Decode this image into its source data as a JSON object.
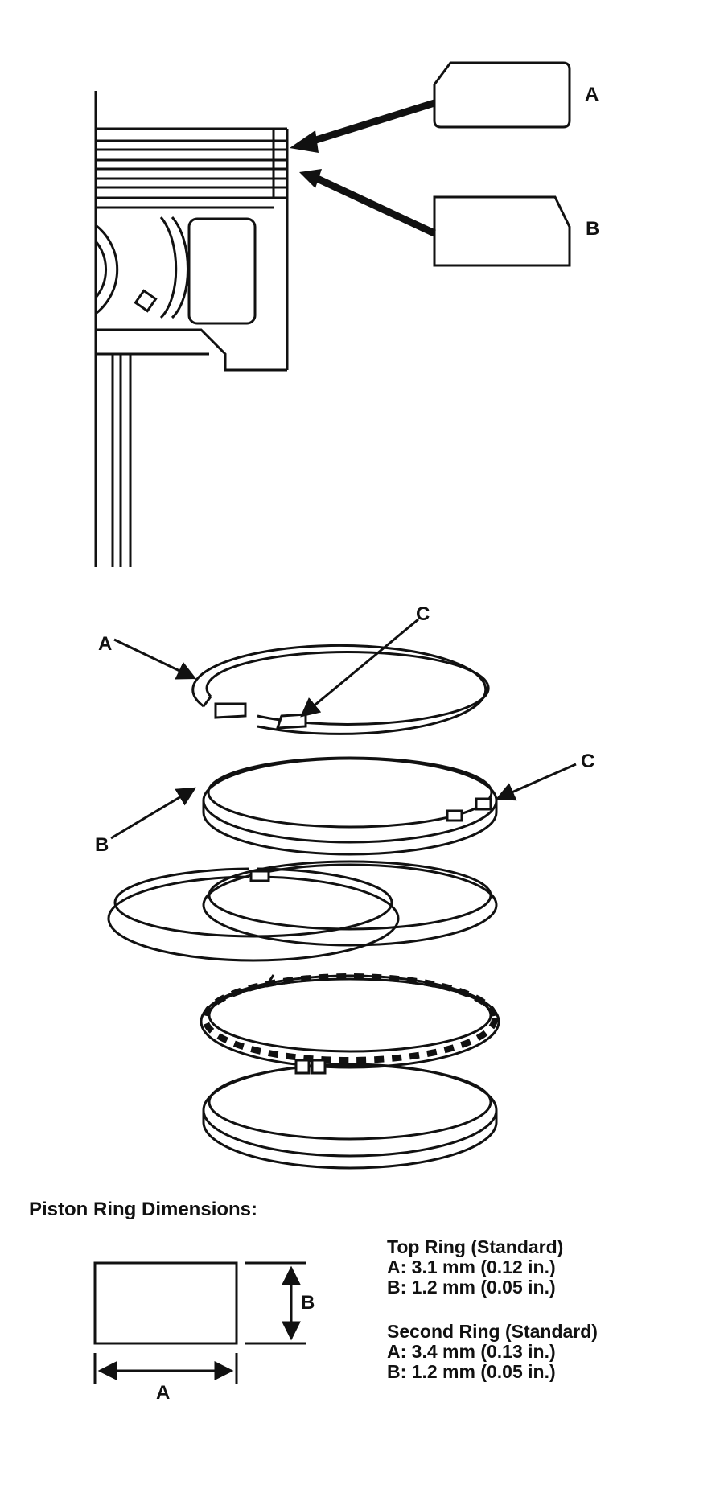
{
  "piston_callouts": {
    "a": "A",
    "b": "B"
  },
  "ring_callouts": {
    "a": "A",
    "b": "B",
    "c_top": "C",
    "c_second": "C"
  },
  "dimensions": {
    "heading": "Piston Ring Dimensions:",
    "width_label": "A",
    "height_label": "B",
    "top_ring": {
      "title": "Top Ring (Standard)",
      "a": "A: 3.1 mm (0.12 in.)",
      "b": "B: 1.2 mm (0.05 in.)"
    },
    "second_ring": {
      "title": "Second Ring (Standard)",
      "a": "A: 3.4 mm (0.13 in.)",
      "b": "B: 1.2 mm (0.05 in.)"
    }
  }
}
